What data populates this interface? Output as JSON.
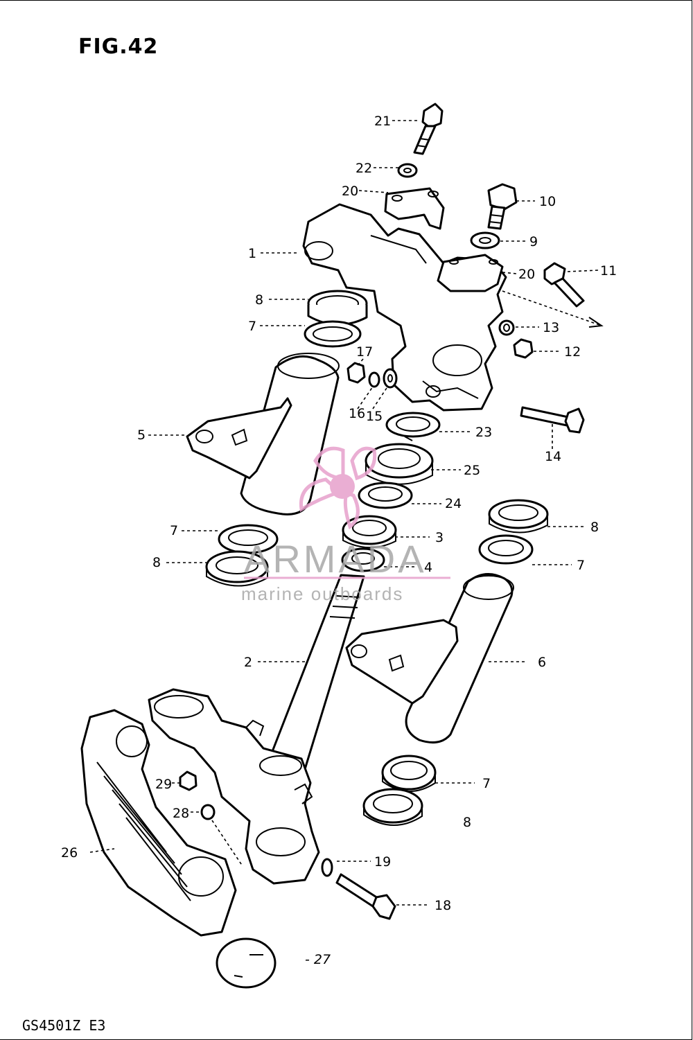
{
  "diagram": {
    "figure_title": "FIG.42",
    "model_code": "GS4501Z  E3",
    "page_number": "- 27",
    "watermark": {
      "brand": "ARMADA",
      "tagline": "marine outboards",
      "logo_color": "#e7a0cc"
    },
    "part_labels": {
      "p1": "1",
      "p2": "2",
      "p3": "3",
      "p4": "4",
      "p5": "5",
      "p6": "6",
      "p7a": "7",
      "p7b": "7",
      "p7c": "7",
      "p7d": "7",
      "p8a": "8",
      "p8b": "8",
      "p8c": "8",
      "p8d": "8",
      "p9": "9",
      "p10": "10",
      "p11": "11",
      "p12": "12",
      "p13": "13",
      "p14": "14",
      "p15": "15",
      "p16": "16",
      "p17": "17",
      "p18": "18",
      "p19": "19",
      "p20a": "20",
      "p20b": "20",
      "p21": "21",
      "p22": "22",
      "p23": "23",
      "p24": "24",
      "p25": "25",
      "p26": "26",
      "p28": "28",
      "p29": "29"
    }
  }
}
